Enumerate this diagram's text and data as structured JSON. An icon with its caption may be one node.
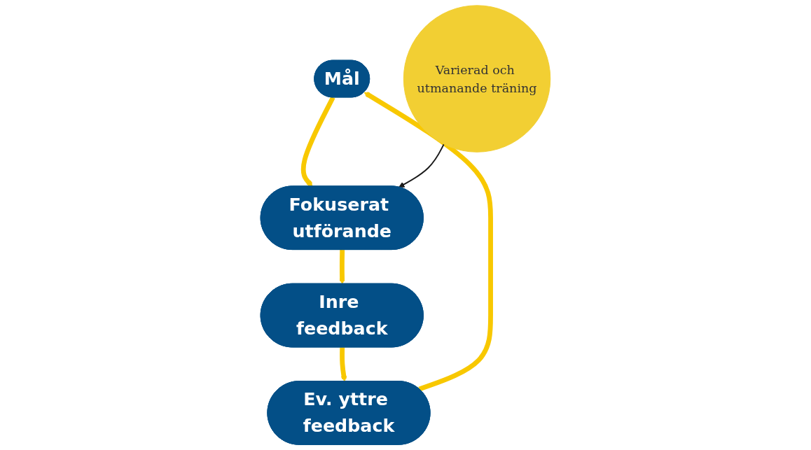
{
  "diagram": {
    "nodes": [
      {
        "text": [
          "Mål"
        ]
      },
      {
        "text": [
          "Fokuserat utförande"
        ]
      },
      {
        "text": [
          "Inre feedback"
        ]
      },
      {
        "text": [
          "Ev. yttre feedback"
        ]
      },
      {
        "text": [
          "Varierad och utmanande träning"
        ]
      }
    ],
    "edges": [
      {
        "from": 0,
        "to": 1,
        "arrow": "to"
      },
      {
        "from": 1,
        "to": 2,
        "arrow": "to"
      },
      {
        "from": 2,
        "to": 3,
        "arrow": "to"
      },
      {
        "from": 3,
        "to": 0,
        "arrow": "to"
      },
      {
        "from": 4,
        "to": 1,
        "arrow": "to",
        "color": "#1a1a1a"
      }
    ]
  }
}
